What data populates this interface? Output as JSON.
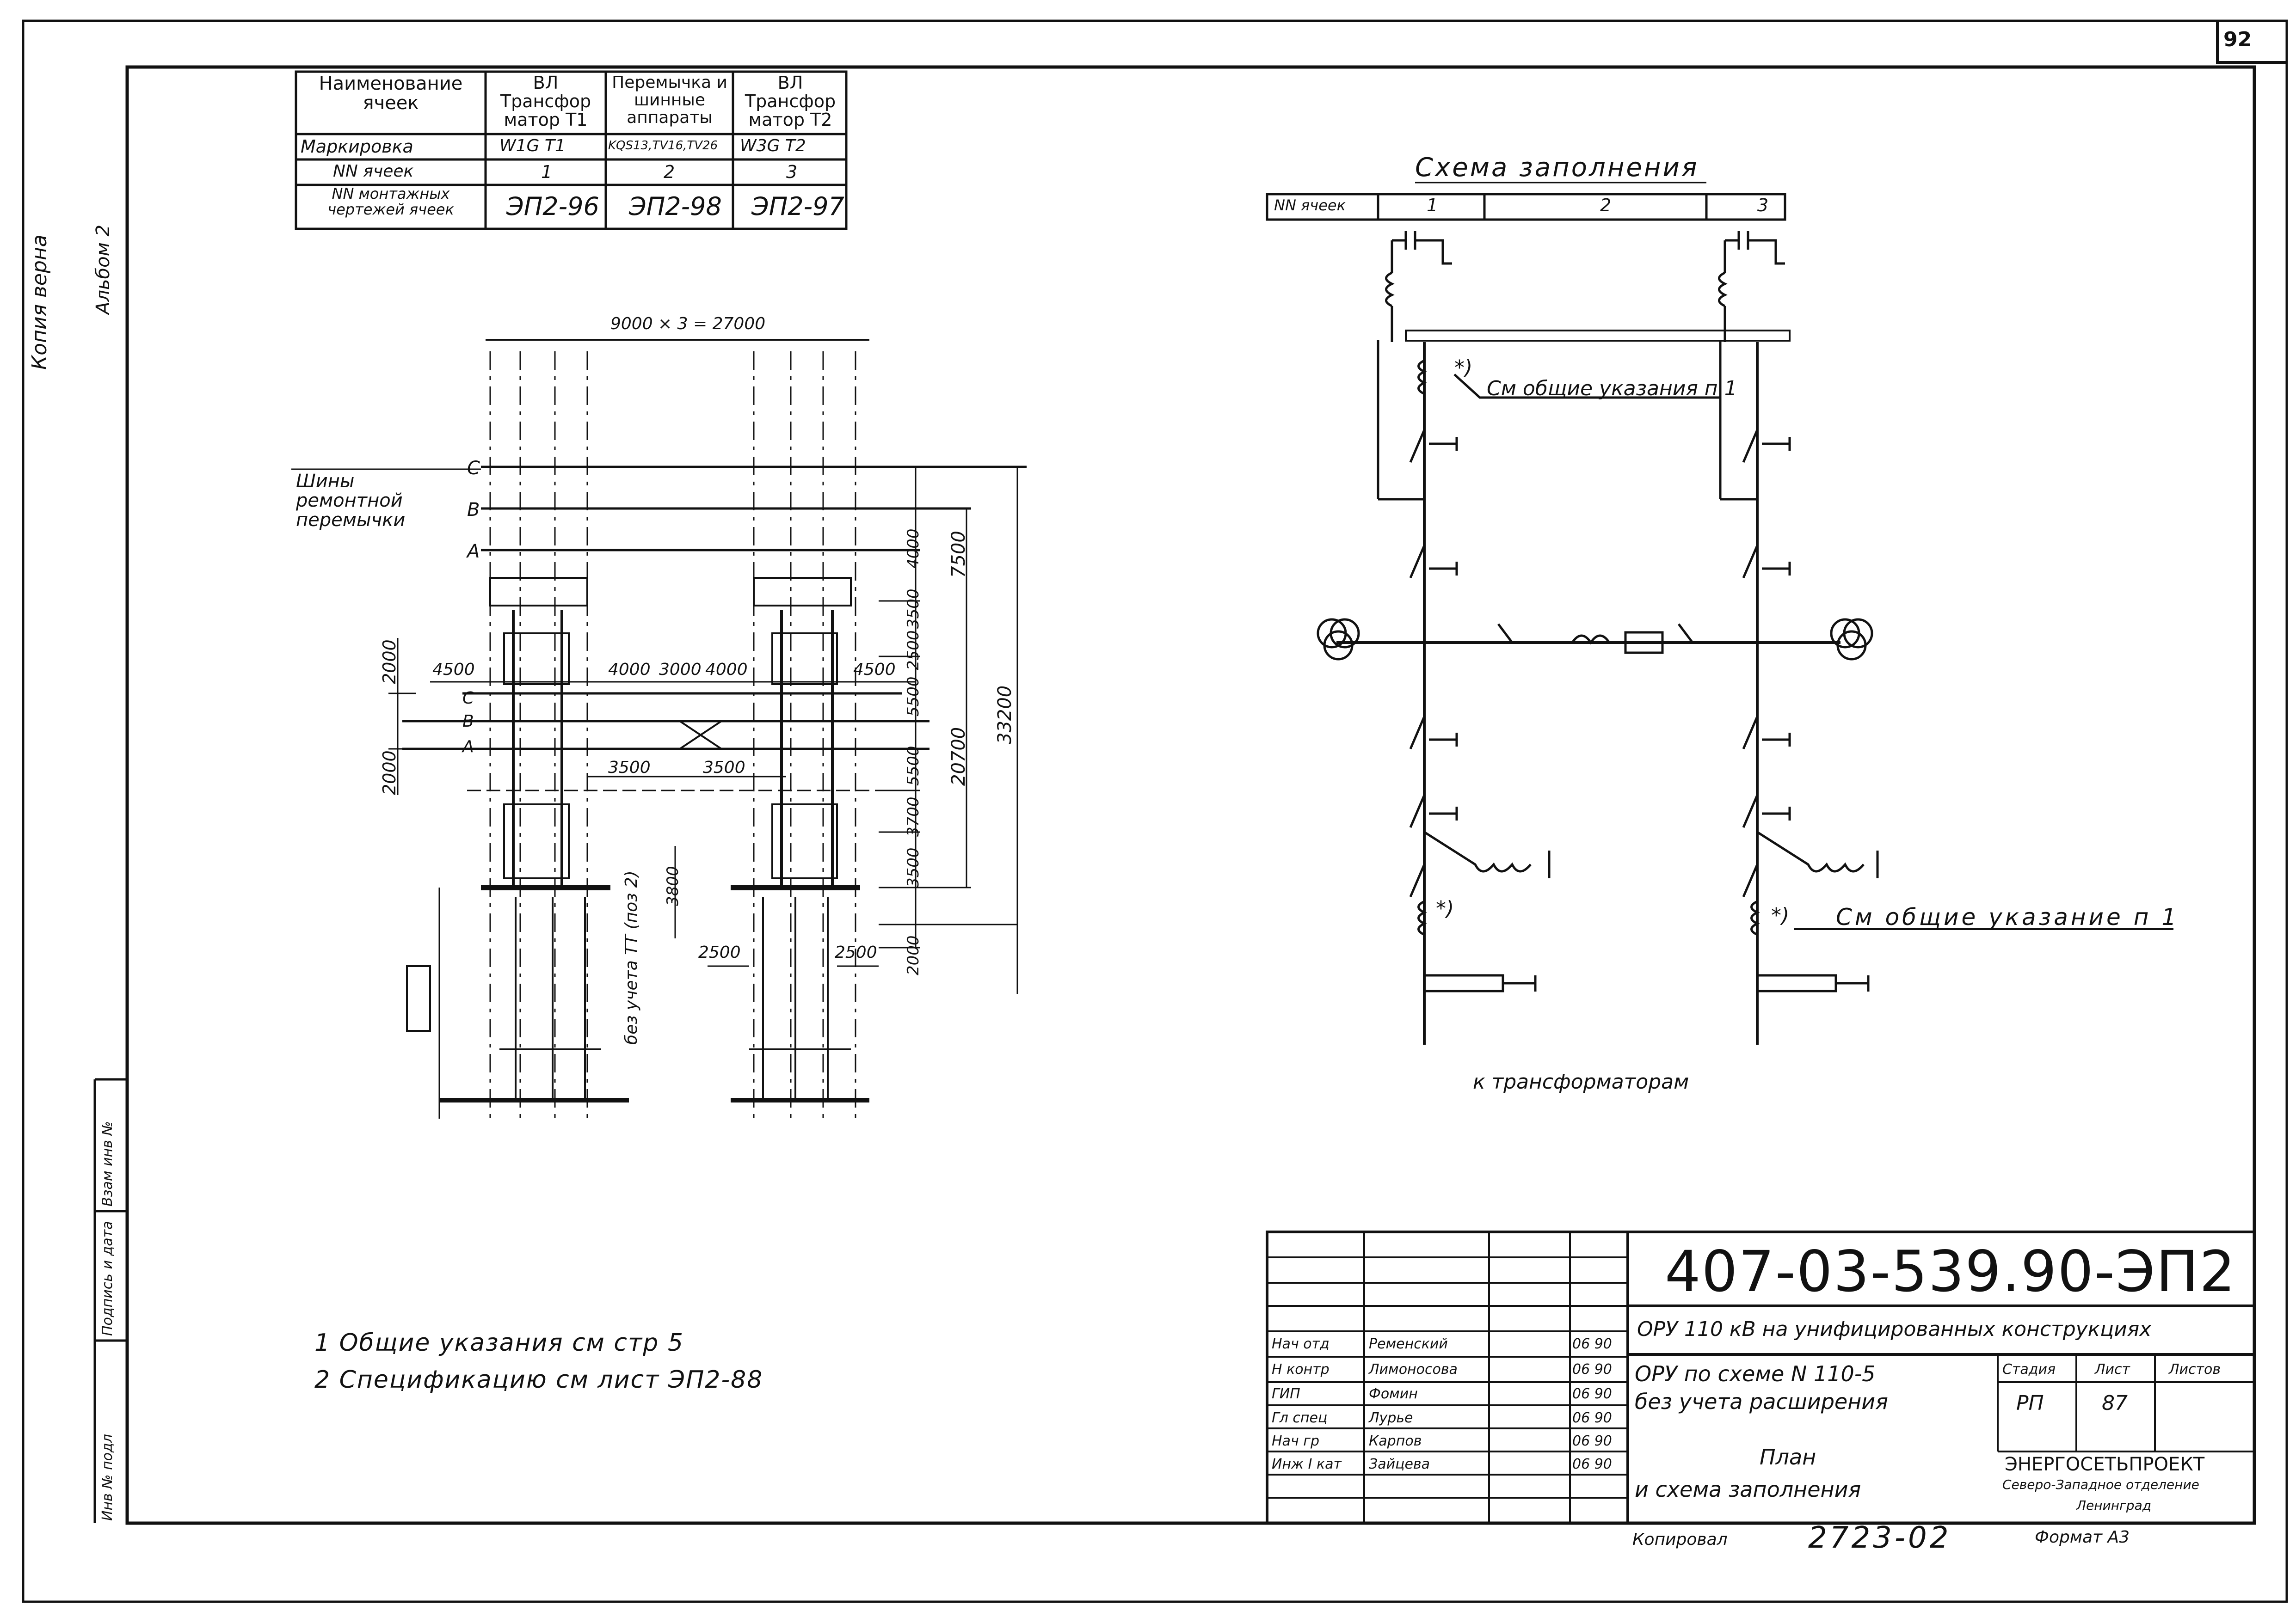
{
  "sheet": {
    "page_number": "92",
    "side_note_copy": "Копия верна",
    "side_note_album": "Альбом 2",
    "side_labels": [
      "Инв № подл",
      "Подпись и дата",
      "Взам инв № "
    ]
  },
  "cells_table": {
    "header": [
      "Наименование ячеек",
      "ВЛ Трансфор матор Т1",
      "Перемычка и шинные аппараты",
      "ВЛ Трансфор матор Т2"
    ],
    "rows": [
      [
        "Маркировка",
        "W1G T1",
        "KQS13,TV16,TV26",
        "W3G T2"
      ],
      [
        "NN ячеек",
        "1",
        "2",
        "3"
      ],
      [
        "NN монтажных чертежей ячеек",
        "ЭП2-96",
        "ЭП2-98",
        "ЭП2-97"
      ]
    ]
  },
  "scheme": {
    "title": "Схема заполнения",
    "cells_label": "NN ячеек",
    "cells": [
      "1",
      "2",
      "3"
    ],
    "note_ref_1": "См общие указания п 1",
    "note_ref_2": "См общие указание п 1",
    "bottom_label": "к трансформаторам",
    "star": "*)"
  },
  "plan": {
    "top_dim": "9000 × 3 = 27000",
    "phase_top": [
      "C",
      "B",
      "A"
    ],
    "phase_mid": [
      "C",
      "B",
      "A"
    ],
    "bus_label": "Шины ремонтной перемычки",
    "dims_right": [
      "4000",
      "3500",
      "2500",
      "5500",
      "5500",
      "3700",
      "3500",
      "2000"
    ],
    "dims_total": [
      "7500",
      "20700",
      "33200"
    ],
    "dims_left": [
      "2000",
      "2000"
    ],
    "dims_mid_top": [
      "4500",
      "4000",
      "3000",
      "4000",
      "4500"
    ],
    "dims_mid_bot": [
      "3500",
      "3500"
    ],
    "dim_3800": "3800",
    "dims_2500": [
      "2500",
      "2500"
    ],
    "tt_note": "без учета ТТ (поз 2)"
  },
  "notes": [
    "1  Общие указания  см стр 5",
    "2  Спецификацию  см  лист  ЭП2-88"
  ],
  "title_block": {
    "code": "407-03-539.90-ЭП2",
    "object": "ОРУ 110 кВ на унифицированных конструкциях",
    "desc_1": "ОРУ  по схеме  N 110-5",
    "desc_2": "без учета  расширения",
    "desc_3": "План",
    "desc_4": "и схема  заполнения",
    "stage_header": [
      "Стадия",
      "Лист",
      "Листов"
    ],
    "stage_values": [
      "РП",
      "87",
      ""
    ],
    "org_1": "ЭНЕРГОСЕТЬПРОЕКТ",
    "org_2": "Северо-Западное отделение",
    "org_3": "Ленинград",
    "staff": [
      {
        "role": "Нач отд",
        "name": "Ременский",
        "date": "06 90"
      },
      {
        "role": "Н контр",
        "name": "Лимоносова",
        "date": "06 90"
      },
      {
        "role": "ГИП",
        "name": "Фомин",
        "date": "06 90"
      },
      {
        "role": "Гл спец",
        "name": "Лурье",
        "date": "06 90"
      },
      {
        "role": "Нач гр",
        "name": "Карпов",
        "date": "06 90"
      },
      {
        "role": "Инж I кат",
        "name": "Зайцева",
        "date": "06 90"
      }
    ],
    "copied": "Копировал",
    "copy_number": "2723-02",
    "format": "Формат А3"
  }
}
